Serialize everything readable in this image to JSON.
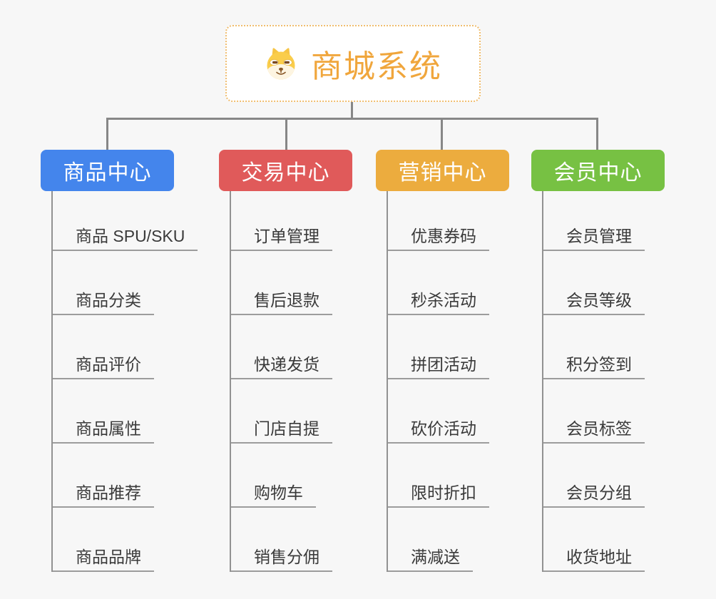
{
  "root": {
    "title": "商城系统",
    "icon": "doge-face-icon",
    "title_color": "#f0a63c",
    "border_color": "#f0bd6e"
  },
  "branches": [
    {
      "label": "商品中心",
      "color": "#4485ec",
      "children": [
        "商品 SPU/SKU",
        "商品分类",
        "商品评价",
        "商品属性",
        "商品推荐",
        "商品品牌"
      ]
    },
    {
      "label": "交易中心",
      "color": "#e05a5a",
      "children": [
        "订单管理",
        "售后退款",
        "快递发货",
        "门店自提",
        "购物车",
        "销售分佣"
      ]
    },
    {
      "label": "营销中心",
      "color": "#ecac3e",
      "children": [
        "优惠券码",
        "秒杀活动",
        "拼团活动",
        "砍价活动",
        "限时折扣",
        "满减送"
      ]
    },
    {
      "label": "会员中心",
      "color": "#77c143",
      "children": [
        "会员管理",
        "会员等级",
        "积分签到",
        "会员标签",
        "会员分组",
        "收货地址"
      ]
    }
  ],
  "colors": {
    "background": "#f7f7f7",
    "connector": "#878787",
    "underline": "#9c9c9c",
    "child_text": "#3a3a3a"
  }
}
